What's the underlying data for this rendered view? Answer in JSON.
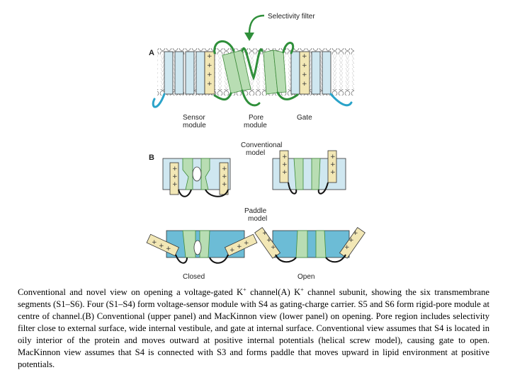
{
  "figure": {
    "labels": {
      "selectivity_filter": "Selectivity filter",
      "panel_a": "A",
      "panel_b": "B",
      "sensor_module": [
        "Sensor",
        "module"
      ],
      "pore_module": [
        "Pore",
        "module"
      ],
      "gate": "Gate",
      "conventional_model": [
        "Conventional",
        "model"
      ],
      "paddle_model": [
        "Paddle",
        "model"
      ],
      "closed": "Closed",
      "open": "Open"
    },
    "colors": {
      "sensor_fill": "#cfe7f0",
      "s4_fill": "#f2e7b5",
      "pore_fill": "#b8ddb3",
      "pore_stroke": "#3d8a3a",
      "loop_green": "#2f8f3a",
      "tail_blue": "#2aa3c9",
      "membrane_blue": "#8fcfe0",
      "paddle_blue": "#6cbcd6"
    }
  },
  "caption": {
    "t1": "Conventional and novel view on opening a voltage-gated K",
    "t2": " channel(A) K",
    "t3": " channel subunit, showing the six transmembrane segments (S1–S6). Four (S1–S4) form voltage-sensor module with S4 as gating-charge carrier. S5 and S6 form rigid-pore module at centre of channel.(B) Conventional (upper panel) and MacKinnon view (lower panel) on opening. Pore region includes selectivity filter close to external surface, wide internal vestibule, and gate at internal surface. Conventional view assumes that S4 is located in oily interior of the protein and moves outward at positive internal potentials (helical screw model), causing gate to open. MacKinnon view assumes that S4 is connected with S3 and forms paddle that moves upward in lipid environment at positive potentials.",
    "sup_plus": "+"
  }
}
